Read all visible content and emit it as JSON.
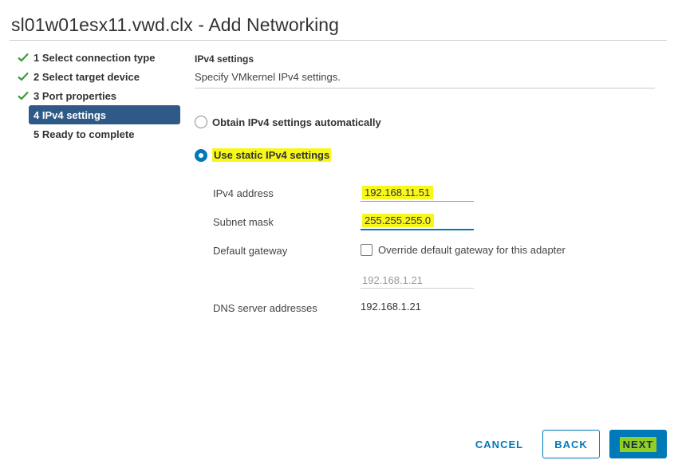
{
  "dialog": {
    "title": "sl01w01esx11.vwd.clx - Add Networking"
  },
  "steps": [
    {
      "label": "1 Select connection type",
      "done": true
    },
    {
      "label": "2 Select target device",
      "done": true
    },
    {
      "label": "3 Port properties",
      "done": true
    },
    {
      "label": "4 IPv4 settings",
      "active": true
    },
    {
      "label": "5 Ready to complete"
    }
  ],
  "section": {
    "title": "IPv4 settings",
    "subtitle": "Specify VMkernel IPv4 settings."
  },
  "options": {
    "auto_label": "Obtain IPv4 settings automatically",
    "static_label": "Use static IPv4 settings"
  },
  "fields": {
    "ipv4_label": "IPv4 address",
    "ipv4_value": "192.168.11.51",
    "subnet_label": "Subnet mask",
    "subnet_value": "255.255.255.0",
    "gateway_label": "Default gateway",
    "gateway_override_label": "Override default gateway for this adapter",
    "gateway_value": "192.168.1.21",
    "dns_label": "DNS server addresses",
    "dns_value": "192.168.1.21"
  },
  "buttons": {
    "cancel": "CANCEL",
    "back": "BACK",
    "next": "NEXT"
  },
  "colors": {
    "accent": "#0079b8",
    "active_step": "#2f5a88",
    "check": "#3a9a3a",
    "highlight": "#f7f71c"
  }
}
